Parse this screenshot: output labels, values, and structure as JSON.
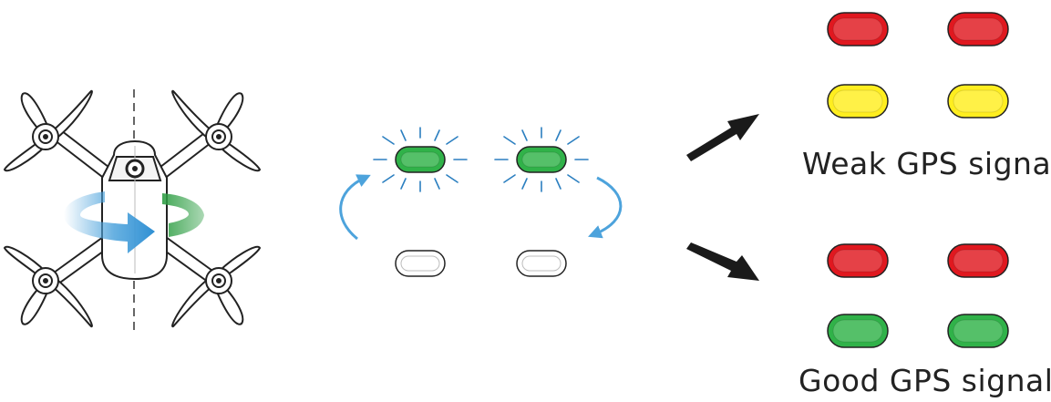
{
  "signals": {
    "weak": {
      "label": "Weak GPS signal",
      "top_leds": [
        "red",
        "red"
      ],
      "bottom_leds": [
        "yellow",
        "yellow"
      ]
    },
    "good": {
      "label": "Good GPS signal",
      "top_leds": [
        "red",
        "red"
      ],
      "bottom_leds": [
        "green",
        "green"
      ]
    }
  },
  "calibration": {
    "front_leds": [
      "green",
      "green"
    ],
    "front_leds_state": "blinking",
    "rear_leds": [
      "off",
      "off"
    ]
  },
  "colors": {
    "red": "#e0181f",
    "yellow": "#ffee1f",
    "green": "#30b249",
    "off": "#ffffff",
    "rotation_blue": "#4da3dc",
    "rotation_green": "#2e9e44",
    "arrow": "#1a1a1a",
    "outline": "#222222"
  },
  "icons": [
    "drone-icon",
    "rotate-arrow-icon",
    "pointer-arrow-icon",
    "led-light-icon"
  ]
}
